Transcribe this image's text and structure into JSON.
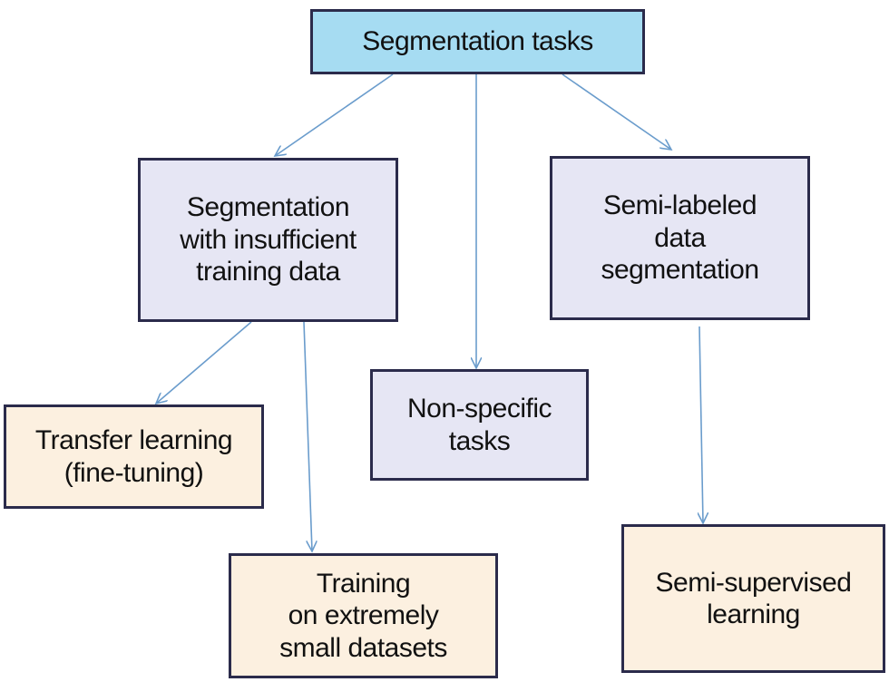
{
  "colors": {
    "root_fill": "#a6dcf2",
    "category_fill": "#e6e6f4",
    "method_fill": "#fcf0e0",
    "border": "#2b2b4b",
    "arrow": "#6a9ccc"
  },
  "nodes": {
    "root": {
      "label": "Segmentation tasks"
    },
    "insufficient": {
      "label": "Segmentation\nwith insufficient\ntraining data"
    },
    "nonspecific": {
      "label": "Non-specific\ntasks"
    },
    "semilabeled": {
      "label": "Semi-labeled\ndata\nsegmentation"
    },
    "transfer": {
      "label": "Transfer learning\n(fine-tuning)"
    },
    "small": {
      "label": "Training\non extremely\nsmall datasets"
    },
    "semisupervised": {
      "label": "Semi-supervised\nlearning"
    }
  },
  "edges": [
    {
      "from": "root",
      "to": "insufficient"
    },
    {
      "from": "root",
      "to": "nonspecific"
    },
    {
      "from": "root",
      "to": "semilabeled"
    },
    {
      "from": "insufficient",
      "to": "transfer"
    },
    {
      "from": "insufficient",
      "to": "small"
    },
    {
      "from": "semilabeled",
      "to": "semisupervised"
    }
  ]
}
